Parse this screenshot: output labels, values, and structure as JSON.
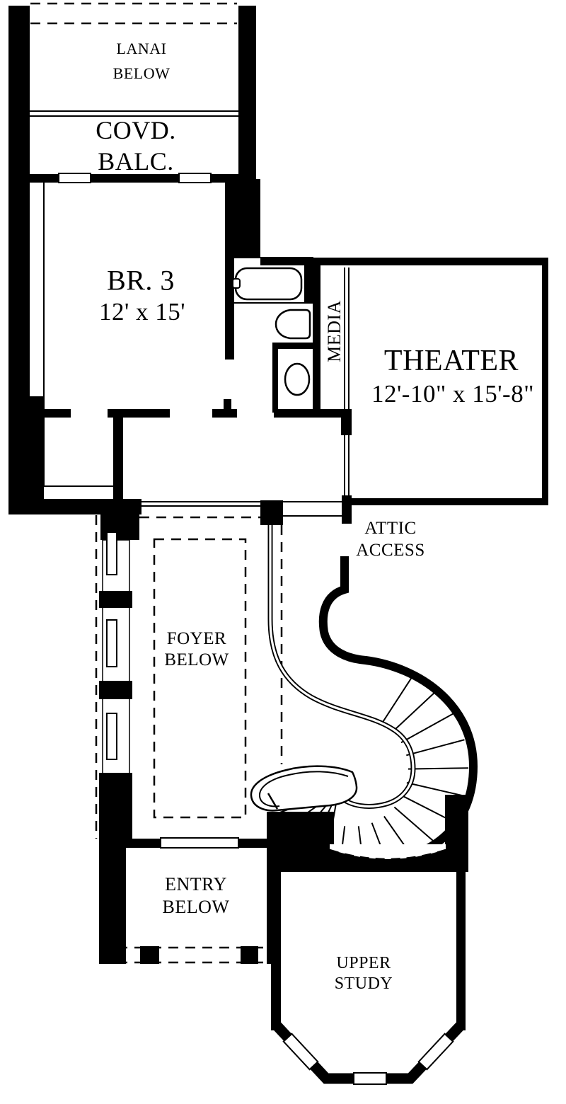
{
  "plan": {
    "colors": {
      "ink": "#000000",
      "paper": "#ffffff"
    },
    "rooms": {
      "lanai": {
        "line1": "LANAI",
        "line2": "BELOW"
      },
      "balcony": {
        "line1": "COVD.",
        "line2": "BALC."
      },
      "br3": {
        "name": "BR. 3",
        "dims": "12' x 15'"
      },
      "media": {
        "name": "MEDIA"
      },
      "theater": {
        "name": "THEATER",
        "dims": "12'-10\" x 15'-8\""
      },
      "attic": {
        "line1": "ATTIC",
        "line2": "ACCESS"
      },
      "foyer": {
        "line1": "FOYER",
        "line2": "BELOW"
      },
      "entry": {
        "line1": "ENTRY",
        "line2": "BELOW"
      },
      "study": {
        "line1": "UPPER",
        "line2": "STUDY"
      }
    }
  }
}
